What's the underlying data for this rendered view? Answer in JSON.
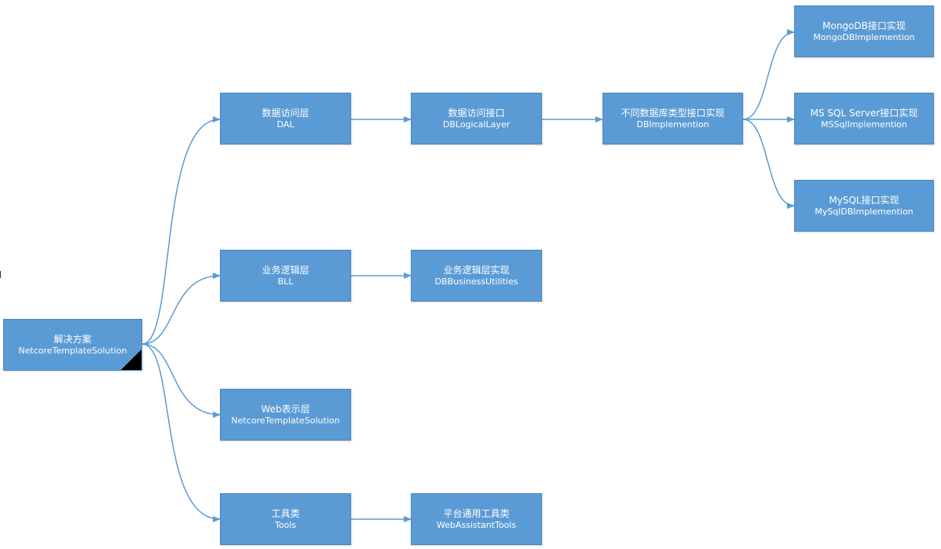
{
  "diagram": {
    "line_color": "#5b9bd5",
    "node_color": "#5b9bd5",
    "nodes": {
      "root": {
        "title": "解决方案",
        "subtitle": "NetcoreTemplateSolution"
      },
      "dal": {
        "title": "数据访问层",
        "subtitle": "DAL"
      },
      "dbli": {
        "title": "数据访问接口",
        "subtitle": "DBLogicalLayer"
      },
      "dbimpl": {
        "title": "不同数据库类型接口实现",
        "subtitle": "DBImplemention"
      },
      "mongo": {
        "title": "MongoDB接口实现",
        "subtitle": "MongoDBImplemention"
      },
      "mssql": {
        "title": "MS SQL Server接口实现",
        "subtitle": "MSSqlImplemention"
      },
      "mysql": {
        "title": "MySQL接口实现",
        "subtitle": "MySqlDBImplemention"
      },
      "bll": {
        "title": "业务逻辑层",
        "subtitle": "BLL"
      },
      "bllimpl": {
        "title": "业务逻辑层实现",
        "subtitle": "DBBusinessUtilities"
      },
      "web": {
        "title": "Web表示层",
        "subtitle": "NetcoreTemplateSolution"
      },
      "tools": {
        "title": "工具类",
        "subtitle": "Tools"
      },
      "platform": {
        "title": "平台通用工具类",
        "subtitle": "WebAssistantTools"
      }
    }
  }
}
